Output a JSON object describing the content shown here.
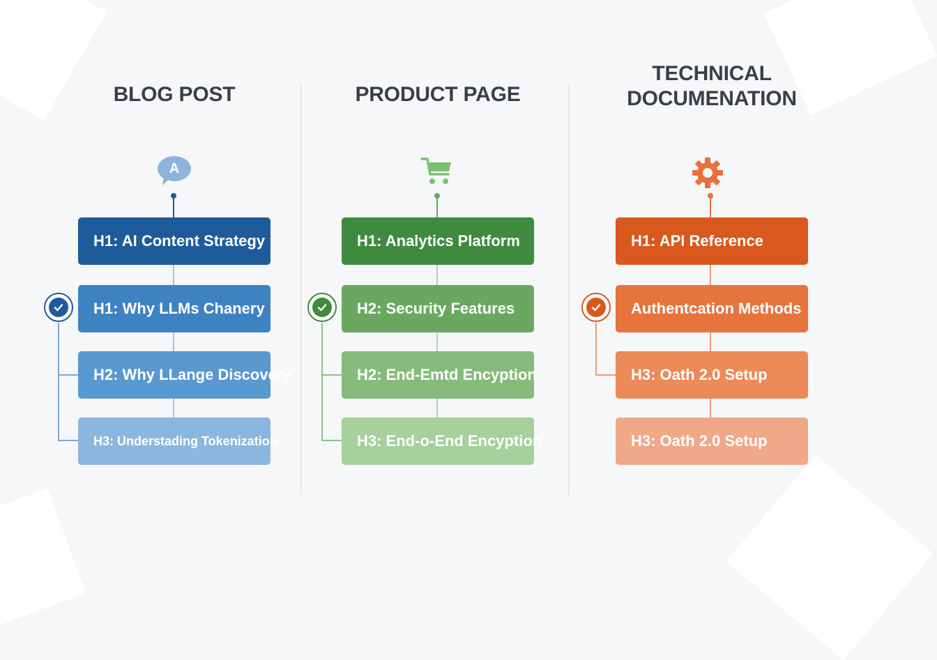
{
  "columns": [
    {
      "title": "BLOG POST",
      "icon": "chat-bubble-icon",
      "icon_letter": "A",
      "color": "#1e5b9a",
      "boxes": [
        {
          "label": "H1: AI Content Strategy",
          "color": "#1e5b9a"
        },
        {
          "label": "H1: Why LLMs Chanery",
          "color": "#3f82c2"
        },
        {
          "label": "H2: Why LLange Discovery",
          "color": "#5a98d0"
        },
        {
          "label": "H3: Understading Tokenization",
          "color": "#8bb7df"
        }
      ]
    },
    {
      "title": "PRODUCT PAGE",
      "icon": "shopping-cart-icon",
      "color": "#3f8a3f",
      "boxes": [
        {
          "label": "H1: Analytics Platform",
          "color": "#3f8a3f"
        },
        {
          "label": "H2: Security Features",
          "color": "#6aa860"
        },
        {
          "label": "H2: End-Emtd Encyption",
          "color": "#85bb7b"
        },
        {
          "label": "H3: End-o-End Encyption",
          "color": "#a6d09c"
        }
      ]
    },
    {
      "title": "TECHNICAL\nDOCUMENATION",
      "icon": "gear-icon",
      "color": "#d9581d",
      "boxes": [
        {
          "label": "H1: API Reference",
          "color": "#d9581d"
        },
        {
          "label": "Authentcation Methods",
          "color": "#e6743d"
        },
        {
          "label": "H3: Oath 2.0 Setup",
          "color": "#ec8a58"
        },
        {
          "label": "H3: Oath 2.0 Setup",
          "color": "#efa888"
        }
      ]
    }
  ]
}
